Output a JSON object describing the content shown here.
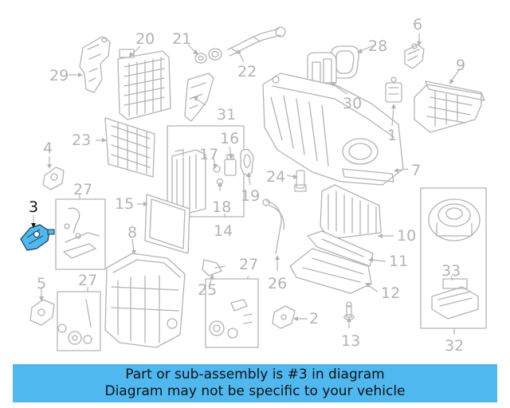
{
  "callouts": [
    "1",
    "2",
    "3",
    "4",
    "5",
    "6",
    "7",
    "8",
    "9",
    "10",
    "11",
    "12",
    "13",
    "14",
    "15",
    "16",
    "17",
    "18",
    "19",
    "20",
    "21",
    "22",
    "23",
    "24",
    "25",
    "26",
    "27",
    "27",
    "27",
    "28",
    "29",
    "30",
    "31",
    "32",
    "33"
  ],
  "highlighted_part": "3",
  "banner": {
    "line1": "Part or sub-assembly is #3 in diagram",
    "line2": "Diagram may not be specific to your vehicle"
  },
  "colors": {
    "banner_bg": "#4fb8ef",
    "line_art": "#b3b3b3",
    "highlight_part": "#4fb8ef",
    "highlight_text": "#111111"
  }
}
